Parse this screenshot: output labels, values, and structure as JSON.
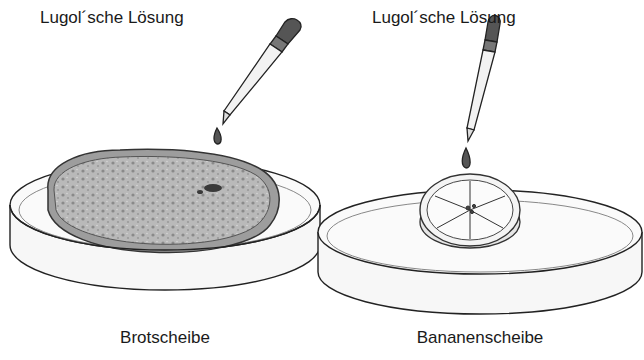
{
  "diagram": {
    "labels": [
      "Lugol´sche Lösung",
      "Lugol´sche Lösung",
      "Brotscheibe",
      "Bananenscheibe"
    ]
  }
}
